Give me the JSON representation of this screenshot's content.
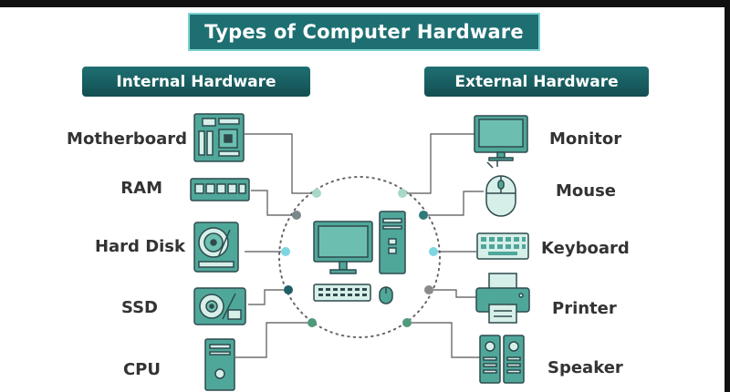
{
  "title": "Types of Computer Hardware",
  "internal": {
    "label": "Internal Hardware",
    "items": [
      "Motherboard",
      "RAM",
      "Hard Disk",
      "SSD",
      "CPU"
    ]
  },
  "external": {
    "label": "External Hardware",
    "items": [
      "Monitor",
      "Mouse",
      "Keyboard",
      "Printer",
      "Speaker"
    ]
  },
  "colors": {
    "teal_dark": "#1e6f72",
    "icon_fill": "#4fa79a",
    "icon_stroke": "#2f4a4c",
    "connector": "#555555"
  }
}
